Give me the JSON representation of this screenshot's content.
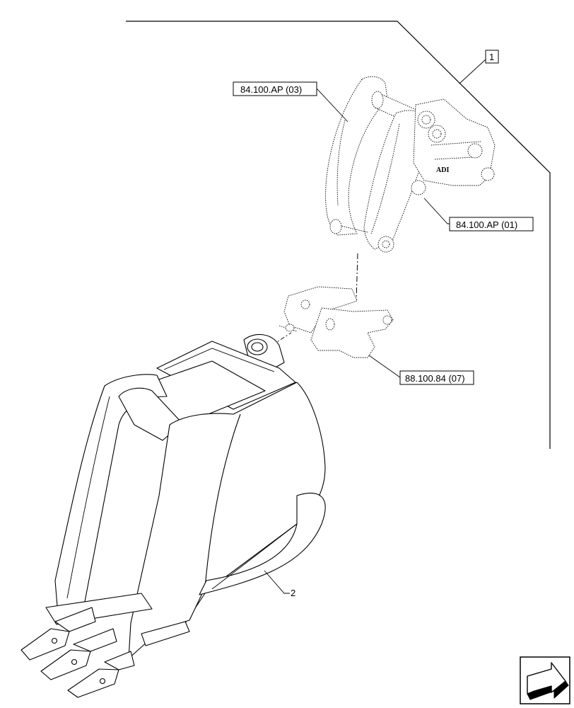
{
  "callouts": {
    "item1": "1",
    "item2": "2",
    "ref_84_100_ap_03": "84.100.AP (03)",
    "ref_84_100_ap_01": "84.100.AP (01)",
    "ref_88_100_84_07": "88.100.84 (07)"
  },
  "hitch_marking": "ADI",
  "nav_icon": "next-page-arrow-icon"
}
